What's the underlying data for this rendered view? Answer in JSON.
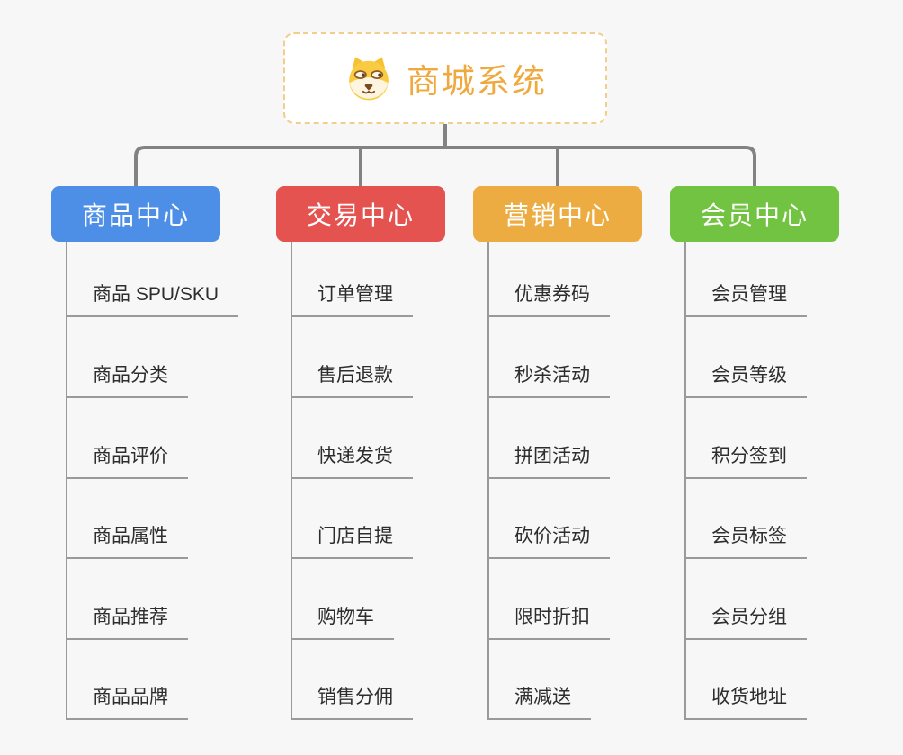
{
  "root": {
    "title": "商城系统",
    "title_color": "#f0a93e",
    "border_color": "#f3cd8b",
    "icon": "dog-face-icon"
  },
  "branches": [
    {
      "id": "product-center",
      "title": "商品中心",
      "color": "#4d8fe6",
      "items": [
        "商品 SPU/SKU",
        "商品分类",
        "商品评价",
        "商品属性",
        "商品推荐",
        "商品品牌"
      ]
    },
    {
      "id": "trade-center",
      "title": "交易中心",
      "color": "#e4534f",
      "items": [
        "订单管理",
        "售后退款",
        "快递发货",
        "门店自提",
        "购物车",
        "销售分佣"
      ]
    },
    {
      "id": "marketing-center",
      "title": "营销中心",
      "color": "#ecac41",
      "items": [
        "优惠券码",
        "秒杀活动",
        "拼团活动",
        "砍价活动",
        "限时折扣",
        "满减送"
      ]
    },
    {
      "id": "member-center",
      "title": "会员中心",
      "color": "#71c341",
      "items": [
        "会员管理",
        "会员等级",
        "积分签到",
        "会员标签",
        "会员分组",
        "收货地址"
      ]
    }
  ],
  "styles": {
    "background": "#f7f7f7",
    "connector_color": "#828282",
    "underline_color": "#9a9a9a",
    "item_text_color": "#2d2d2d"
  }
}
